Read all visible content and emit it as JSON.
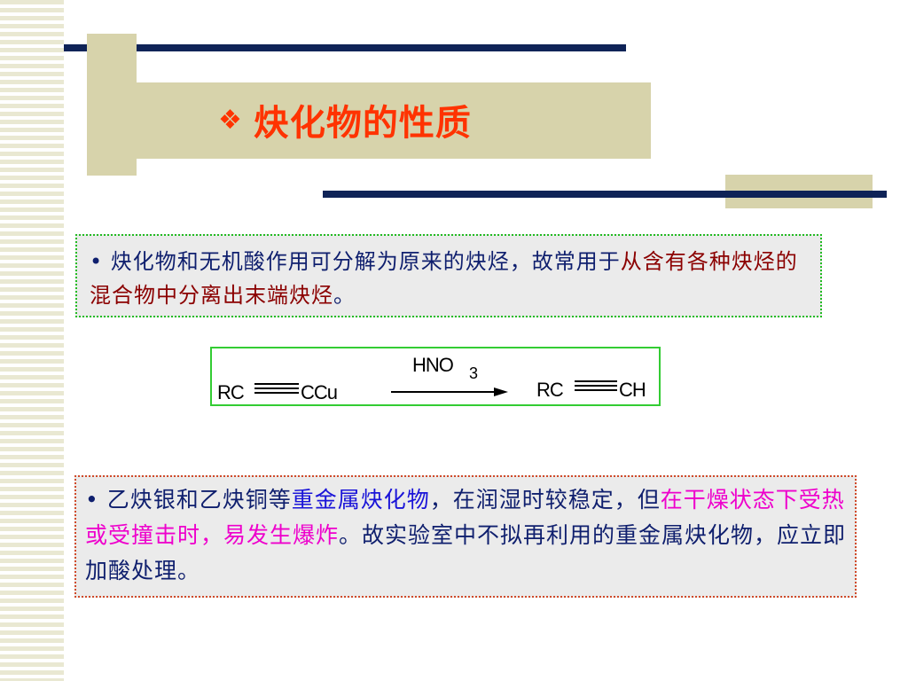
{
  "title": {
    "bullet": "❖",
    "text": "炔化物的性质"
  },
  "para1": {
    "bullet": "•",
    "text_a": " 炔化物和无机酸作用可分解为原来的炔烃，故常用于",
    "text_b": "从含有各种炔烃的混合物中分离出末端炔烃",
    "text_c": "。"
  },
  "reaction": {
    "reactant_left": "RC",
    "reactant_right": "CCu",
    "reagent": "HNO",
    "reagent_sub": "3",
    "product_left": "RC",
    "product_right": "CH"
  },
  "para2": {
    "bullet": "•",
    "text_a": " 乙炔银和乙炔铜等",
    "text_b": "重金属炔化物",
    "text_c": "，在润湿时较稳定，但",
    "text_d": "在干燥状态下受热或受撞击时，易发生爆炸",
    "text_e": "。故实验室中不拟再利用的重金属炔化物，应立即加酸处理。"
  },
  "colors": {
    "title": "#ff3300",
    "navy": "#0f2357",
    "olive": "#d7d3ab",
    "text_dark_blue": "#0f1f6e",
    "text_red": "#8b0000",
    "text_blue": "#1a14d8",
    "text_magenta": "#ee00cc"
  }
}
